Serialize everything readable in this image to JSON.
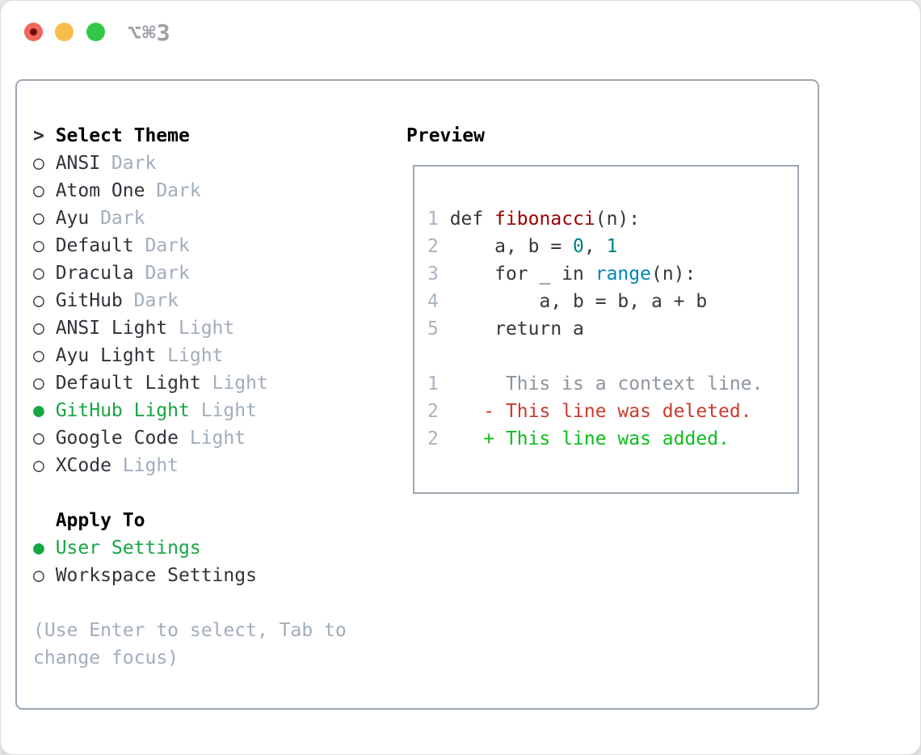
{
  "palette": {
    "window_border": "#dddddd",
    "panel_border": "#9da7b4",
    "text_strong": "#000000",
    "text_label": "#2f343a",
    "text_muted": "#a2adbb",
    "accent_green": "#18a545",
    "code_base": "#33383d",
    "code_linenum": "#a9b3c0",
    "code_title": "#990000",
    "code_builtin": "#0086b3",
    "code_number": "#008080",
    "diff_context": "#8b949e",
    "diff_deleted": "#cb3a2e",
    "diff_added": "#0cbe1d",
    "titlebar_text": "#9aa0a6",
    "light_red": "#f0685c",
    "light_red_dot": "#70100a",
    "light_yellow": "#f7bd4a",
    "light_green": "#33c748"
  },
  "window": {
    "title": "⌥⌘3"
  },
  "theme_panel": {
    "header": {
      "prefix": ">",
      "label": "Select Theme"
    },
    "items": [
      {
        "marker": "○",
        "label": "ANSI",
        "suffix": "Dark",
        "selected": false
      },
      {
        "marker": "○",
        "label": "Atom One",
        "suffix": "Dark",
        "selected": false
      },
      {
        "marker": "○",
        "label": "Ayu",
        "suffix": "Dark",
        "selected": false
      },
      {
        "marker": "○",
        "label": "Default",
        "suffix": "Dark",
        "selected": false
      },
      {
        "marker": "○",
        "label": "Dracula",
        "suffix": "Dark",
        "selected": false
      },
      {
        "marker": "○",
        "label": "GitHub",
        "suffix": "Dark",
        "selected": false
      },
      {
        "marker": "○",
        "label": "ANSI Light",
        "suffix": "Light",
        "selected": false
      },
      {
        "marker": "○",
        "label": "Ayu Light",
        "suffix": "Light",
        "selected": false
      },
      {
        "marker": "○",
        "label": "Default Light",
        "suffix": "Light",
        "selected": false
      },
      {
        "marker": "●",
        "label": "GitHub Light",
        "suffix": "Light",
        "selected": true
      },
      {
        "marker": "○",
        "label": "Google Code",
        "suffix": "Light",
        "selected": false
      },
      {
        "marker": "○",
        "label": "XCode",
        "suffix": "Light",
        "selected": false
      }
    ],
    "apply_to": {
      "header": "Apply To",
      "items": [
        {
          "marker": "●",
          "label": "User Settings",
          "selected": true
        },
        {
          "marker": "○",
          "label": "Workspace Settings",
          "selected": false
        }
      ]
    },
    "help": {
      "text": "(Use Enter to select, Tab to change focus)"
    }
  },
  "preview": {
    "title": "Preview",
    "code_lines": [
      {
        "num": "1",
        "tokens": [
          {
            "type": "base",
            "text": " def "
          },
          {
            "type": "title",
            "text": "fibonacci"
          },
          {
            "type": "base",
            "text": "(n):"
          }
        ]
      },
      {
        "num": "2",
        "tokens": [
          {
            "type": "base",
            "text": "     a, b = "
          },
          {
            "type": "number",
            "text": "0"
          },
          {
            "type": "base",
            "text": ", "
          },
          {
            "type": "number",
            "text": "1"
          }
        ]
      },
      {
        "num": "3",
        "tokens": [
          {
            "type": "base",
            "text": "     for _ in "
          },
          {
            "type": "builtin",
            "text": "range"
          },
          {
            "type": "base",
            "text": "(n):"
          }
        ]
      },
      {
        "num": "4",
        "tokens": [
          {
            "type": "base",
            "text": "         a, b = b, a + b"
          }
        ]
      },
      {
        "num": "5",
        "tokens": [
          {
            "type": "base",
            "text": "     return a"
          }
        ]
      }
    ],
    "diff_lines": [
      {
        "num": "1",
        "kind": "context",
        "text": "      This is a context line."
      },
      {
        "num": "2",
        "kind": "deleted",
        "text": "    - This line was deleted."
      },
      {
        "num": "2",
        "kind": "added",
        "text": "    + This line was added."
      }
    ]
  }
}
